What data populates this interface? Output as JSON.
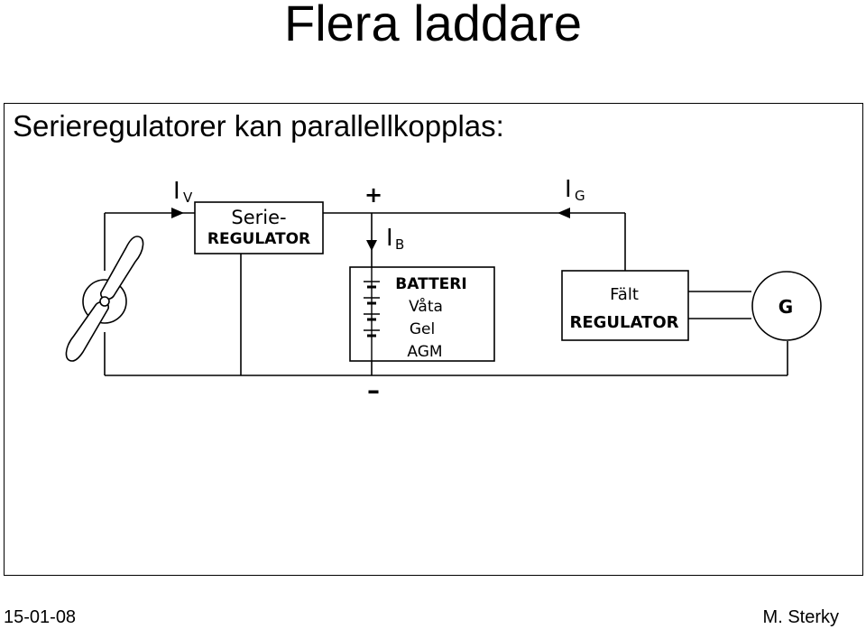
{
  "slide": {
    "title": "Flera laddare",
    "subtitle": "Serieregulatorer kan parallellkopplas:",
    "footer_date": "15-01-08",
    "footer_author": "M. Sterky"
  },
  "diagram": {
    "current_v_main": "I",
    "current_v_sub": "V",
    "current_b_main": "I",
    "current_b_sub": "B",
    "current_g_main": "I",
    "current_g_sub": "G",
    "plus_label": "+",
    "minus_label": "–",
    "serie_regulator_line1": "Serie-",
    "serie_regulator_line2": "REGULATOR",
    "battery_title": "BATTERI",
    "battery_type1": "Våta",
    "battery_type2": "Gel",
    "battery_type3": "AGM",
    "falt_regulator_line1": "Fält",
    "falt_regulator_line2": "REGULATOR",
    "generator_label": "G",
    "colors": {
      "line": "#000000",
      "background": "#ffffff",
      "diagram_bg": "#ffffff"
    }
  }
}
